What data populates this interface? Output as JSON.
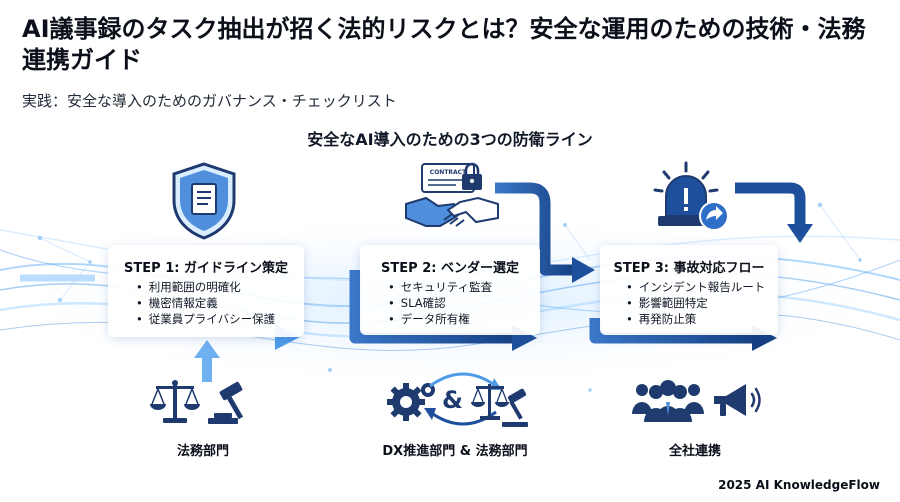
{
  "title": "AI議事録のタスク抽出が招く法的リスクとは？安全な運用のための技術・法務連携ガイド",
  "subtitle": "実践：安全な導入のためのガバナンス・チェックリスト",
  "diagram_title": "安全なAI導入のための3つの防衛ライン",
  "steps": [
    {
      "title": "STEP 1: ガイドライン策定",
      "items": [
        "利用範囲の明確化",
        "機密情報定義",
        "従業員プライバシー保護"
      ],
      "icon": "shield-document-icon",
      "department": "法務部門",
      "department_icons": [
        "scales-icon",
        "gavel-icon"
      ]
    },
    {
      "title": "STEP 2: ベンダー選定",
      "items": [
        "セキュリティ監査",
        "SLA確認",
        "データ所有権"
      ],
      "icon": "contract-handshake-icon",
      "contract_label": "CONTRACT",
      "department": "DX推進部門 & 法務部門",
      "department_icons": [
        "gears-icon",
        "scales-gavel-icon"
      ],
      "department_connector": "&"
    },
    {
      "title": "STEP 3: 事故対応フロー",
      "items": [
        "インシデント報告ルート",
        "影響範囲特定",
        "再発防止策"
      ],
      "icon": "alarm-light-icon",
      "department": "全社連携",
      "department_icons": [
        "people-group-icon",
        "megaphone-icon"
      ]
    }
  ],
  "footer": "2025 AI KnowledgeFlow",
  "colors": {
    "arrow_light": "#4f9be8",
    "arrow_dark": "#1e4f9c",
    "icon_navy": "#1e3a6e",
    "glow": "#9fd2ff"
  }
}
